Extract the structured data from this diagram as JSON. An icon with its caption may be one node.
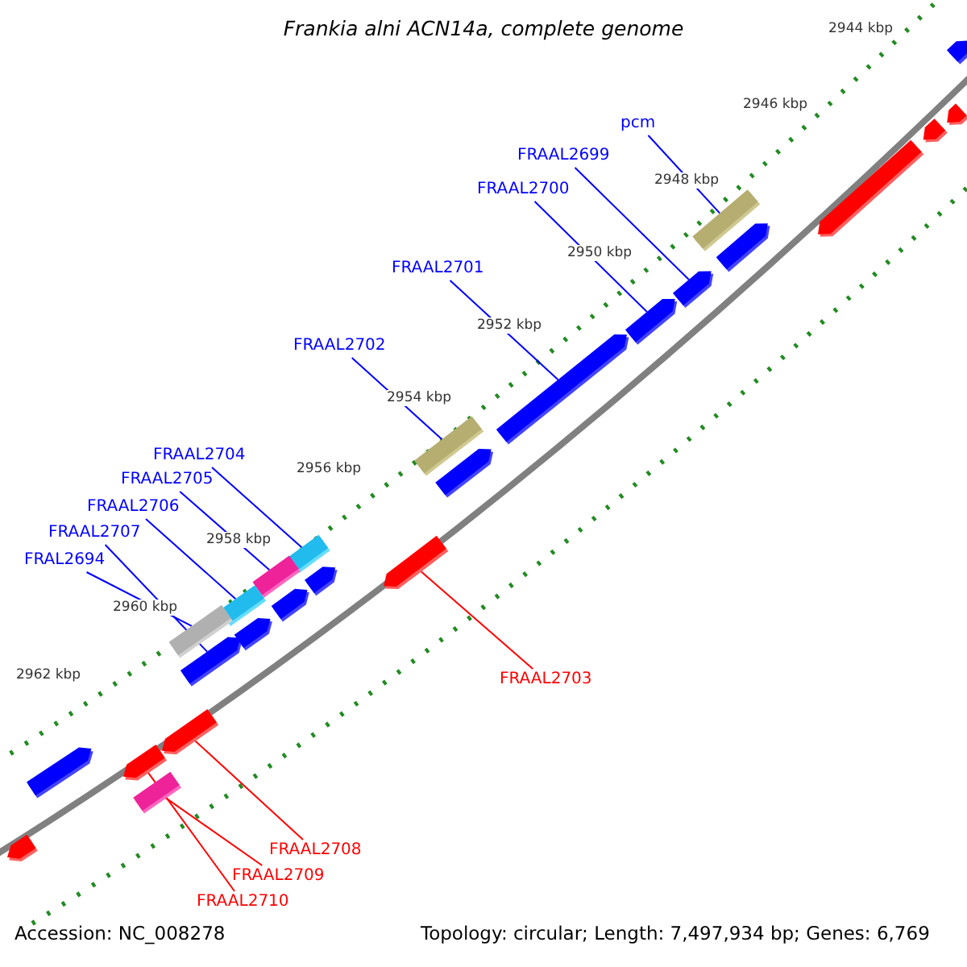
{
  "diagram": {
    "title": "Frankia alni ACN14a, complete genome",
    "nodes": [
      {
        "text": [
          "pcm"
        ]
      },
      {
        "text": [
          "FRAAL2699"
        ]
      },
      {
        "text": [
          "FRAAL2700"
        ]
      },
      {
        "text": [
          "FRAAL2701"
        ]
      },
      {
        "text": [
          "FRAAL2702"
        ]
      },
      {
        "text": [
          "FRAAL2704"
        ]
      },
      {
        "text": [
          "FRAAL2705"
        ]
      },
      {
        "text": [
          "FRAAL2706"
        ]
      },
      {
        "text": [
          "FRAAL2707"
        ]
      },
      {
        "text": [
          "FRAL2694"
        ]
      },
      {
        "text": [
          "FRAAL2703"
        ]
      },
      {
        "text": [
          "FRAAL2708"
        ]
      },
      {
        "text": [
          "FRAAL2709"
        ]
      },
      {
        "text": [
          "FRAAL2710"
        ]
      },
      {
        "text": [],
        "shape": "bar"
      },
      {
        "text": [],
        "shape": "arrow"
      },
      {
        "text": [],
        "shape": "arrow"
      },
      {
        "text": [],
        "shape": "arrow"
      },
      {
        "text": [],
        "shape": "bar"
      },
      {
        "text": [],
        "shape": "bar"
      },
      {
        "text": [],
        "shape": "bar"
      },
      {
        "text": [],
        "shape": "bar"
      },
      {
        "text": [],
        "shape": "arrow"
      },
      {
        "text": [],
        "shape": "bar"
      },
      {
        "text": [],
        "shape": "arrow"
      },
      {
        "text": [],
        "shape": "arrow"
      },
      {
        "text": [],
        "shape": "bar"
      },
      {
        "text": [],
        "shape": "arrow"
      },
      {
        "text": [],
        "shape": "arrow"
      },
      {
        "text": [],
        "shape": "arrow"
      },
      {
        "text": [],
        "shape": "arrow"
      },
      {
        "text": [],
        "shape": "arrow"
      },
      {
        "text": [],
        "shape": "arrow"
      },
      {
        "text": [],
        "shape": "arrow"
      },
      {
        "text": [],
        "shape": "arrow"
      },
      {
        "text": [],
        "shape": "arrow"
      },
      {
        "text": [],
        "shape": "arrow"
      },
      {
        "text": [],
        "shape": "arrow"
      },
      {
        "text": [],
        "shape": "arrow"
      }
    ],
    "edges": [
      {
        "from": 0,
        "to": 14,
        "arrow": "none"
      },
      {
        "from": 1,
        "to": 15,
        "arrow": "none"
      },
      {
        "from": 2,
        "to": 16,
        "arrow": "none"
      },
      {
        "from": 3,
        "to": 17,
        "arrow": "none"
      },
      {
        "from": 4,
        "to": 18,
        "arrow": "none"
      },
      {
        "from": 5,
        "to": 19,
        "arrow": "none"
      },
      {
        "from": 6,
        "to": 20,
        "arrow": "none"
      },
      {
        "from": 7,
        "to": 21,
        "arrow": "none"
      },
      {
        "from": 8,
        "to": 22,
        "arrow": "none"
      },
      {
        "from": 9,
        "to": 23,
        "arrow": "none"
      },
      {
        "from": 10,
        "to": 24,
        "arrow": "none",
        "color": "#ff0000"
      },
      {
        "from": 11,
        "to": 25,
        "arrow": "none",
        "color": "#ff0000"
      },
      {
        "from": 12,
        "to": 26,
        "arrow": "none",
        "color": "#ff0000"
      },
      {
        "from": 13,
        "to": 27,
        "arrow": "none",
        "color": "#ff0000"
      }
    ],
    "labels": [
      "2944 kbp",
      "2946 kbp",
      "2948 kbp",
      "2950 kbp",
      "2952 kbp",
      "2954 kbp",
      "2956 kbp",
      "2958 kbp",
      "2960 kbp",
      "2962 kbp",
      "Accession: NC_008278",
      "Topology: circular; Length: 7,497,934 bp; Genes: 6,769"
    ]
  }
}
